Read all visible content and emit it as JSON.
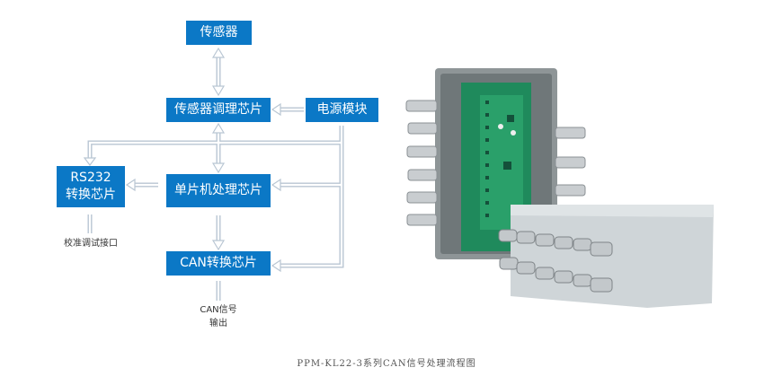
{
  "diagram": {
    "nodes": {
      "sensor": "传感器",
      "conditioning": "传感器调理芯片",
      "power": "电源模块",
      "rs232_line1": "RS232",
      "rs232_line2": "转换芯片",
      "mcu": "单片机处理芯片",
      "can": "CAN转换芯片"
    },
    "labels": {
      "calibration": "校准调试接口",
      "can_out_line1": "CAN信号",
      "can_out_line2": "输出"
    },
    "caption": "PPM-KL22-3系列CAN信号处理流程图"
  },
  "colors": {
    "box": "#0b78c6",
    "arrow": "#b9c6d3"
  }
}
